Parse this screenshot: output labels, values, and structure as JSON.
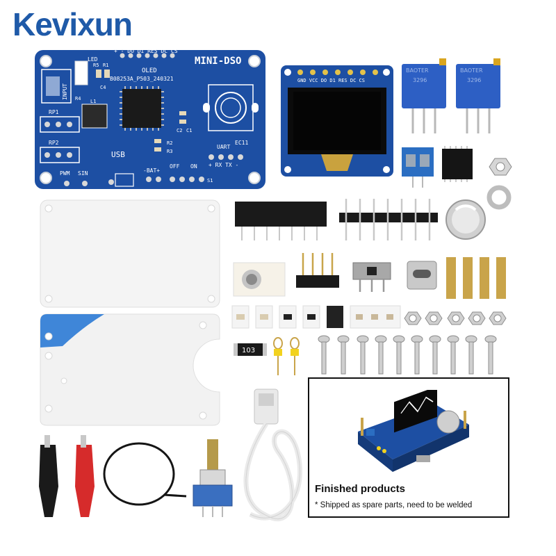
{
  "brand": {
    "logo_text": "Kevixun"
  },
  "pcb": {
    "title": "MINI-DSO",
    "labels": {
      "top_pins": "+  -  DO DI RES DC CS",
      "oled": "OLED",
      "part_number": "B08253A_P503_240321",
      "input": "INPUT",
      "rp1": "RP1",
      "rp2": "RP2",
      "usb": "USB",
      "pwm": "PWM",
      "sin": "SIN",
      "bat": "-BAT+",
      "off": "OFF",
      "on": "ON",
      "uart": "UART",
      "uart_pins": "+ RX TX -",
      "ec11": "EC11",
      "led": "LED",
      "r4": "R4",
      "r5": "R5",
      "r1": "R1",
      "c4": "C4",
      "l1": "L1",
      "r2": "R2",
      "r3": "R3",
      "c2": "C2",
      "c1": "C1",
      "s1": "S1"
    }
  },
  "oled_module": {
    "pins": "GND VCC DO D1 RES DC CS"
  },
  "potentiometer": {
    "brand": "BAOTER",
    "code": "3296"
  },
  "resistor_marking": "103",
  "inset": {
    "title": "Finished products",
    "note": "* Shipped as spare parts, need to be welded"
  },
  "colors": {
    "pcb_blue": "#1d4fa3",
    "logo_blue": "#1f5aa8",
    "logo_accent": "#e3a72f",
    "pot_blue": "#2d5fc4"
  }
}
